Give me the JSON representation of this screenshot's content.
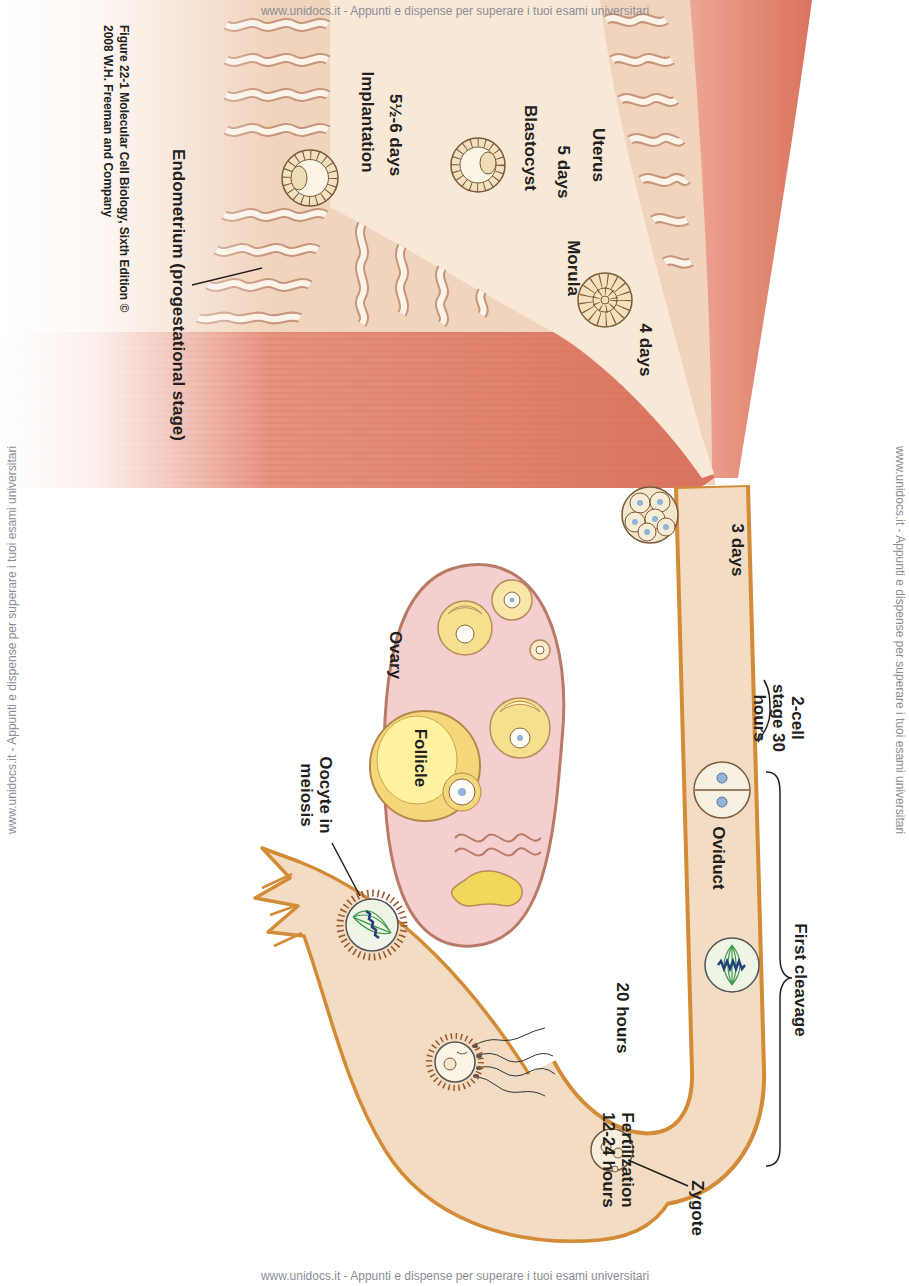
{
  "diagram": {
    "caption": "Figure 22-1 Molecular Cell Biology, Sixth Edition © 2008 W.H. Freeman and Company",
    "nodes": [
      {
        "text": [
          "Ovary"
        ]
      },
      {
        "text": [
          "Follicle"
        ],
        "in": 0
      }
    ],
    "labels": [
      "Uterus",
      "5 days",
      "Blastocyst",
      "5½-6 days",
      "Implantation",
      "Endometrium (progestational stage)",
      "Morula",
      "4 days",
      "3 days",
      "2-cell stage 30 hours",
      "Oviduct",
      "First cleavage",
      "20 hours",
      "Zygote",
      "Fertilization 12-24 hours",
      "Oocyte in meiosis",
      "www.unidocs.it - Appunti e dispense per superare i tuoi esami universitari",
      "www.unidocs.it - Appunti e dispense per superare i tuoi esami universitari",
      "www.unidocs.it - Appunti e dispense per superare i tuoi esami universitari",
      "www.unidocs.it - Appunti e dispense per superare i tuoi esami universitari"
    ]
  }
}
